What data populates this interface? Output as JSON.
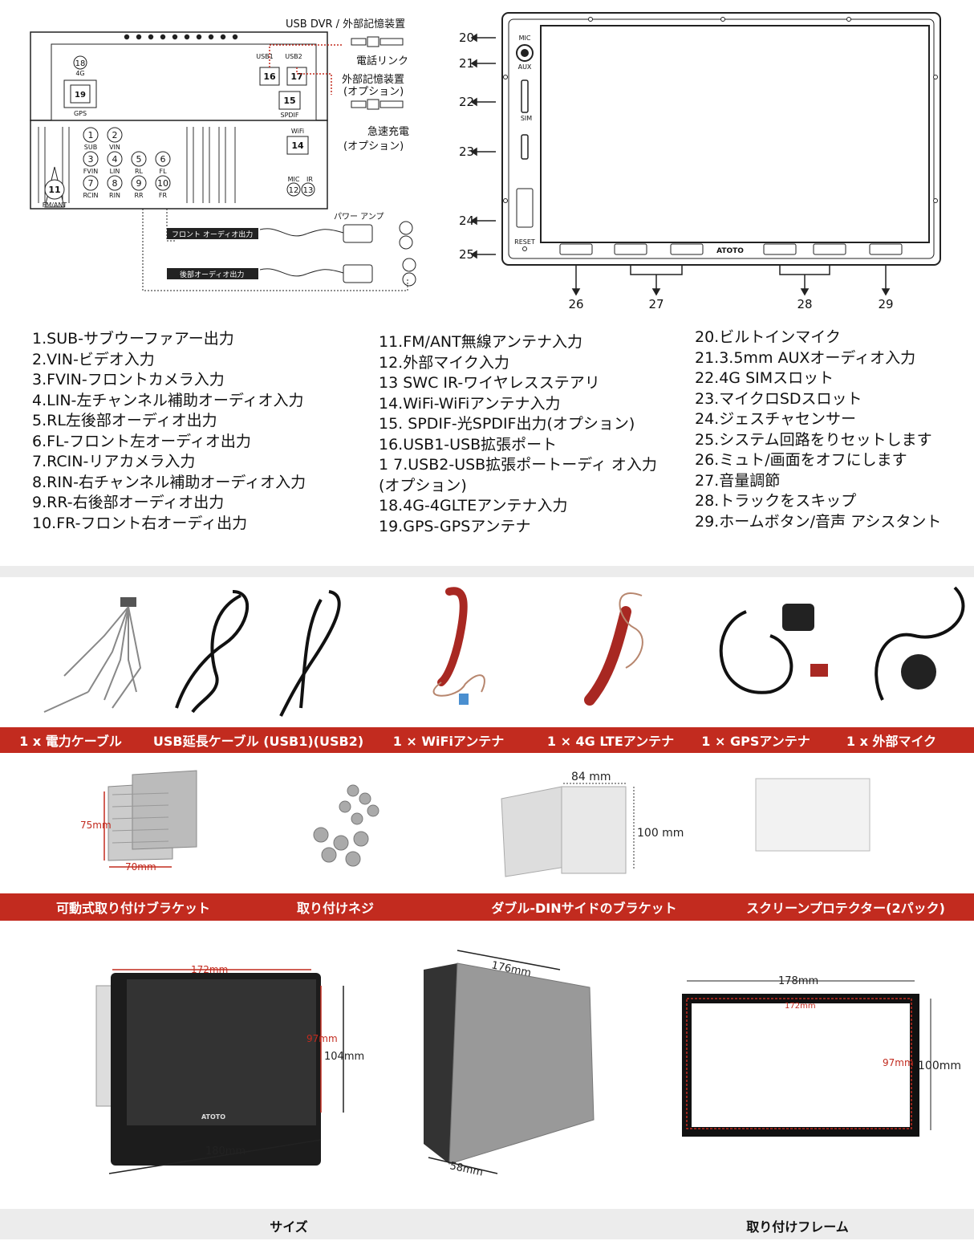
{
  "rear_panel": {
    "top_labels": [
      "USB DVR / 外部記憶装置",
      "電話リンク",
      "外部記憶装置",
      "(オプション)",
      "急速充電",
      "(オプション)"
    ],
    "ports": [
      {
        "n": "1",
        "label": "SUB"
      },
      {
        "n": "2",
        "label": "VIN"
      },
      {
        "n": "3",
        "label": "FVIN"
      },
      {
        "n": "4",
        "label": "LIN"
      },
      {
        "n": "5",
        "label": "RL"
      },
      {
        "n": "6",
        "label": "FL"
      },
      {
        "n": "7",
        "label": "RCIN"
      },
      {
        "n": "8",
        "label": "RIN"
      },
      {
        "n": "9",
        "label": "RR"
      },
      {
        "n": "10",
        "label": "FR"
      },
      {
        "n": "11",
        "label": "FM/ANT"
      },
      {
        "n": "12",
        "label": "MIC"
      },
      {
        "n": "13",
        "label": "IR"
      },
      {
        "n": "14",
        "label": "WiFi"
      },
      {
        "n": "15",
        "label": "SPDIF"
      },
      {
        "n": "16",
        "label": "USB1"
      },
      {
        "n": "17",
        "label": "USB2"
      },
      {
        "n": "18",
        "label": "4G"
      },
      {
        "n": "19",
        "label": "GPS"
      }
    ],
    "amp_label": "パワー アンプ",
    "front_out": "フロント オーディオ出力",
    "rear_out": "後部オーディオ出力"
  },
  "front_panel": {
    "left_numbers": [
      "20",
      "21",
      "22",
      "23",
      "24",
      "25"
    ],
    "bottom_numbers": [
      "26",
      "27",
      "28",
      "29"
    ],
    "side_labels": [
      "MIC",
      "AUX",
      "SIM",
      "RESET"
    ],
    "brand": "ATOTO"
  },
  "legend": {
    "col1": [
      "1.SUB-サブウーファアー出力",
      "2.VIN-ビデオ入力",
      "3.FVIN-フロントカメラ入力",
      "4.LIN-左チャンネル補助オーディオ入力",
      "5.RL左後部オーディオ出力",
      "6.FL-フロント左オーディオ出力",
      "7.RCIN-リアカメラ入力",
      "8.RIN-右チャンネル補助オーディオ入力",
      "9.RR-右後部オーディオ出力",
      "10.FR-フロント右オーディ出力"
    ],
    "col2": [
      "11.FM/ANT無線アンテナ入力",
      "12.外部マイク入力",
      "13 SWC IR-ワイヤレスステアリ",
      "14.WiFi-WiFiアンテナ入力",
      "15. SPDIF-光SPDIF出力(オプション)",
      "16.USB1-USB拡張ポート",
      "1 7.USB2-USB拡張ポートーディ オ入力",
      "(オプション)",
      "18.4G-4GLTEアンテナ入力",
      "19.GPS-GPSアンテナ"
    ],
    "col3": [
      "20.ビルトインマイク",
      "21.3.5mm AUXオーディオ入力",
      "22.4G SIMスロット",
      "23.マイクロSDスロット",
      "24.ジェスチャセンサー",
      "25.システム回路をりセットします",
      "26.ミュト/画面をオフにします",
      "27.音量調節",
      "28.トラックをスキップ",
      "29.ホームボタン/音声 アシスタント"
    ]
  },
  "accessories_row1": [
    "1 x 電力ケーブル",
    "USB延長ケーブル (USB1)(USB2)",
    "1 × WiFiアンテナ",
    "1 × 4G LTEアンテナ",
    "1 × GPSアンテナ",
    "1 x 外部マイク"
  ],
  "accessories_row2": [
    "可動式取り付けブラケット",
    "取り付けネジ",
    "ダブル-DINサイドのブラケット",
    "スクリーンプロテクター(2パック)"
  ],
  "bracket_dims": {
    "height": "75mm",
    "width": "70mm",
    "side_w": "84 mm",
    "side_h": "100 mm"
  },
  "size_dims": {
    "screen_w": "172mm",
    "screen_h": "97mm",
    "unit_h": "104mm",
    "unit_w": "180mm",
    "depth_w": "176mm",
    "depth": "58mm",
    "frame_w": "178mm",
    "frame_inner_w": "172mm",
    "frame_inner_h": "97mm",
    "frame_h": "100mm"
  },
  "captions": {
    "size": "サイズ",
    "frame": "取り付けフレーム"
  }
}
